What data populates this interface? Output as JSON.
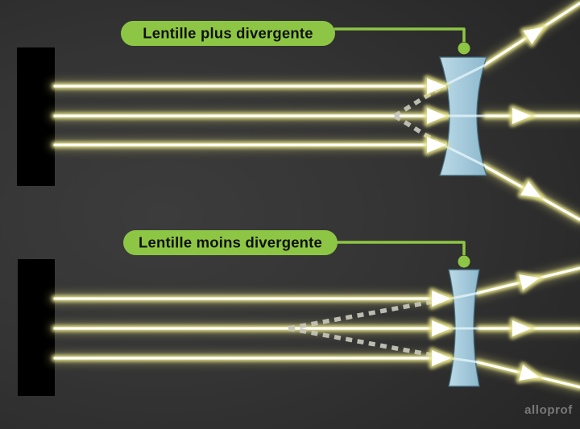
{
  "labels": {
    "top": "Lentille plus divergente",
    "bottom": "Lentille moins divergente"
  },
  "watermark": "alloprof",
  "colors": {
    "background_center": "#3c3c3c",
    "background_edge": "#1d1d1d",
    "label_pill": "#8dc644",
    "label_text": "#101010",
    "pointer_green": "#8dc644",
    "lens_light": "#bcdae6",
    "lens_mid": "#a6cbdc",
    "lens_dark": "#8db8cd",
    "lens_outline": "#3f6677",
    "ray_core": "#ffffff",
    "ray_glow": "#e3e084",
    "inner_ray": "#e4f4fa",
    "virtual_ray_dash": "#c7c7ba",
    "light_source": "#000000",
    "watermark_text": "#8d8d8d"
  }
}
